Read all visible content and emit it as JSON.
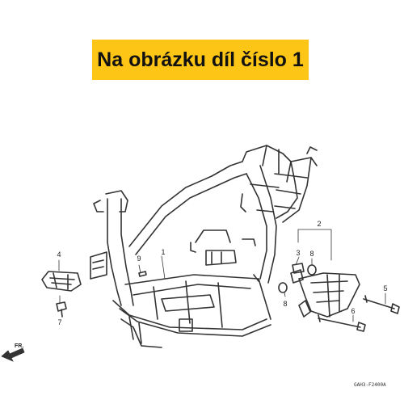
{
  "banner": {
    "text": "Na obrázku díl číslo 1",
    "background": "#fdc515"
  },
  "callouts": [
    "1",
    "2",
    "3",
    "4",
    "5",
    "6",
    "7",
    "8",
    "8",
    "9"
  ],
  "direction_label": "FR.",
  "diagram_code": "GAH3-F2400A",
  "colors": {
    "line": "#333333"
  }
}
